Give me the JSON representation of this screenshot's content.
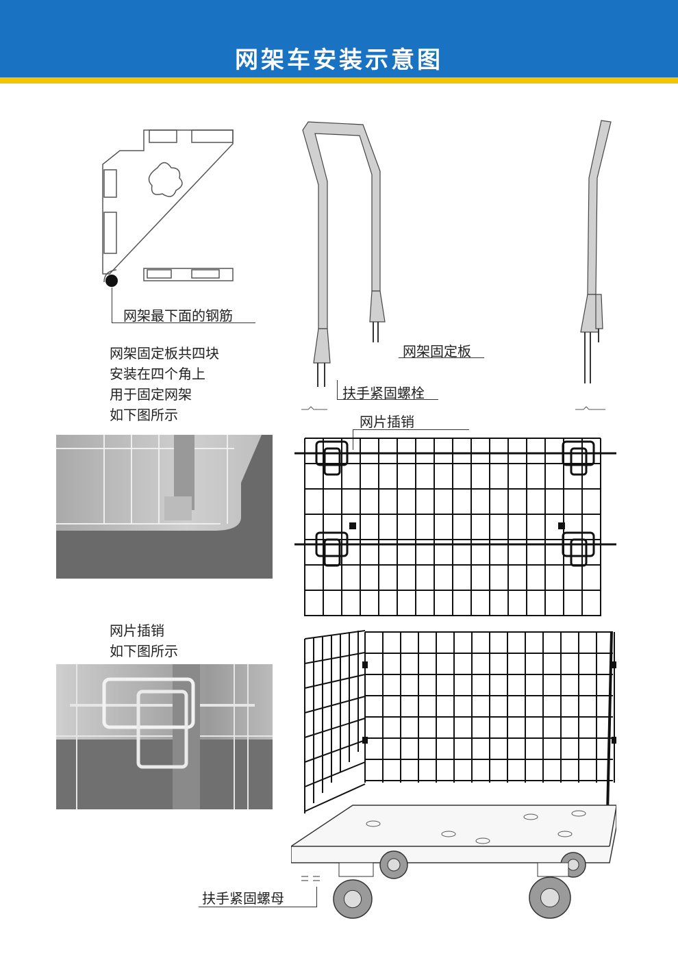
{
  "title": "网架车安装示意图",
  "labels": {
    "bottom_bar": "网架最下面的钢筋",
    "fixing_plate_desc": [
      "网架固定板共四块",
      "安装在四个角上",
      "用于固定网架",
      "如下图所示"
    ],
    "fixing_plate": "网架固定板",
    "handle_bolt": "扶手紧固螺栓",
    "mesh_pin_top": "网片插销",
    "mesh_pin_desc": [
      "网片插销",
      "如下图所示"
    ],
    "handle_nut": "扶手紧固螺母"
  },
  "colors": {
    "header": "#1a73c2",
    "stripe": "#f5c400"
  }
}
